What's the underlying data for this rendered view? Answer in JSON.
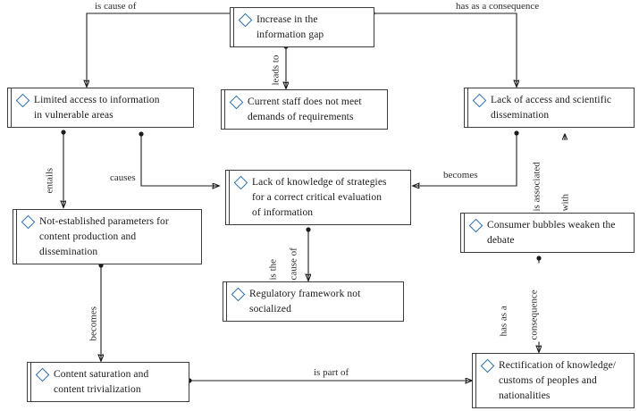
{
  "diagram": {
    "title": "Concept map: Increase in the information gap",
    "accent_color": "#2e6da4",
    "line_color": "#1d1d1d",
    "box_border_color": "#3d3d3d",
    "background": "#ffffff",
    "node_icon": "diamond-icon"
  },
  "nodes": [
    {
      "id": "increase-gap",
      "label": "Increase in the\ninformation gap"
    },
    {
      "id": "limited-access",
      "label": "Limited access to information\nin vulnerable areas"
    },
    {
      "id": "current-staff",
      "label": "Current staff does not meet\ndemands of requirements"
    },
    {
      "id": "lack-access-sci",
      "label": "Lack of access and scientific\ndissemination"
    },
    {
      "id": "lack-knowledge",
      "label": "Lack of knowledge of strategies\nfor a correct critical evaluation\nof information"
    },
    {
      "id": "not-established",
      "label": "Not-established parameters for\ncontent production and\ndissemination"
    },
    {
      "id": "consumer-bubbles",
      "label": "Consumer bubbles weaken the\ndebate"
    },
    {
      "id": "regulatory",
      "label": "Regulatory framework not\nsocialized"
    },
    {
      "id": "content-saturation",
      "label": "Content saturation and\ncontent trivialization"
    },
    {
      "id": "rectification",
      "label": "Rectification of knowledge/\ncustoms of peoples and\nnationalities"
    }
  ],
  "edges": [
    {
      "id": "e1",
      "label": "is cause of",
      "from": "increase-gap",
      "to": "limited-access",
      "orientation": "horizontal"
    },
    {
      "id": "e2",
      "label": "has as a consequence",
      "from": "increase-gap",
      "to": "lack-access-sci",
      "orientation": "horizontal"
    },
    {
      "id": "e3",
      "label": "leads to",
      "from": "increase-gap",
      "to": "current-staff",
      "orientation": "vertical"
    },
    {
      "id": "e4",
      "label": "entails",
      "from": "limited-access",
      "to": "not-established",
      "orientation": "vertical"
    },
    {
      "id": "e5",
      "label": "causes",
      "from": "limited-access",
      "to": "lack-knowledge",
      "orientation": "horizontal"
    },
    {
      "id": "e6",
      "label": "becomes",
      "from": "lack-access-sci",
      "to": "lack-knowledge",
      "orientation": "horizontal"
    },
    {
      "id": "e7",
      "label": "is associated\nwith",
      "from": "lack-access-sci",
      "to": "consumer-bubbles",
      "orientation": "vertical"
    },
    {
      "id": "e8",
      "label": "is the\ncause of",
      "from": "lack-knowledge",
      "to": "regulatory",
      "orientation": "vertical"
    },
    {
      "id": "e9",
      "label": "becomes",
      "from": "not-established",
      "to": "content-saturation",
      "orientation": "vertical"
    },
    {
      "id": "e10",
      "label": "has as a\nconsequence",
      "from": "consumer-bubbles",
      "to": "rectification",
      "orientation": "vertical"
    },
    {
      "id": "e11",
      "label": "is part of",
      "from": "content-saturation",
      "to": "rectification",
      "orientation": "horizontal"
    }
  ],
  "edge_labels": {
    "e1": "is cause of",
    "e2": "has as a consequence",
    "e3": "leads to",
    "e4": "entails",
    "e5": "causes",
    "e6": "becomes",
    "e7_line1": "is associated",
    "e7_line2": "with",
    "e8_line1": "is the",
    "e8_line2": "cause of",
    "e9": "becomes",
    "e10_line1": "has as a",
    "e10_line2": "consequence",
    "e11": "is part of"
  },
  "node_labels": {
    "increase_gap_l1": "Increase in the",
    "increase_gap_l2": "information gap",
    "limited_access_l1": "Limited access to information",
    "limited_access_l2": "in vulnerable areas",
    "current_staff_l1": "Current staff does not meet",
    "current_staff_l2": "demands of requirements",
    "lack_access_l1": "Lack of access and scientific",
    "lack_access_l2": "dissemination",
    "lack_knowledge_l1": "Lack of knowledge of strategies",
    "lack_knowledge_l2": "for a correct critical evaluation",
    "lack_knowledge_l3": "of information",
    "not_established_l1": "Not-established parameters for",
    "not_established_l2": "content production and",
    "not_established_l3": "dissemination",
    "consumer_bubbles_l1": "Consumer bubbles weaken the",
    "consumer_bubbles_l2": "debate",
    "regulatory_l1": "Regulatory framework not",
    "regulatory_l2": "socialized",
    "content_saturation_l1": "Content saturation and",
    "content_saturation_l2": "content trivialization",
    "rectification_l1": "Rectification of knowledge/",
    "rectification_l2": "customs of peoples and",
    "rectification_l3": "nationalities"
  }
}
